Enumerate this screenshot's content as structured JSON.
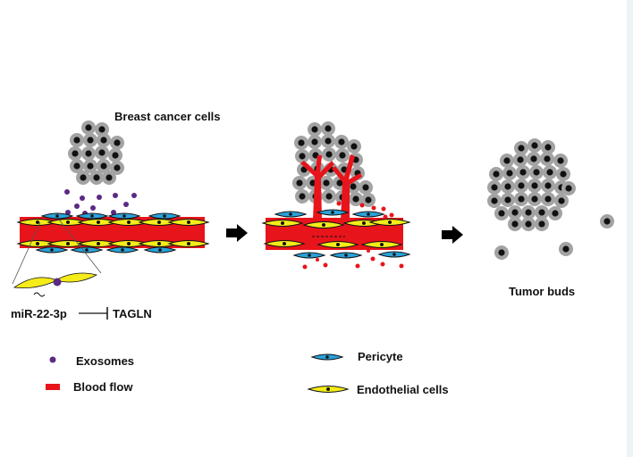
{
  "labels": {
    "breast_cancer_cells": "Breast cancer cells",
    "tumor_buds": "Tumor buds",
    "mirna": "miR-22-3p",
    "target_gene": "TAGLN"
  },
  "legend": {
    "exosomes": "Exosomes",
    "blood_flow": "Blood flow",
    "pericyte": "Pericyte",
    "endothelial_cells": "Endothelial cells"
  },
  "colors": {
    "vessel_red": "#e8141b",
    "endothelial_yellow": "#f5ec1a",
    "pericyte_blue": "#2aa2d9",
    "tumor_gray": "#a3a3a3",
    "exosome_purple": "#5a2a84",
    "arrow_black": "#000000"
  },
  "icons": {
    "step_arrow": "right-arrow-icon",
    "inhibition": "t-bar-inhibition-icon"
  }
}
